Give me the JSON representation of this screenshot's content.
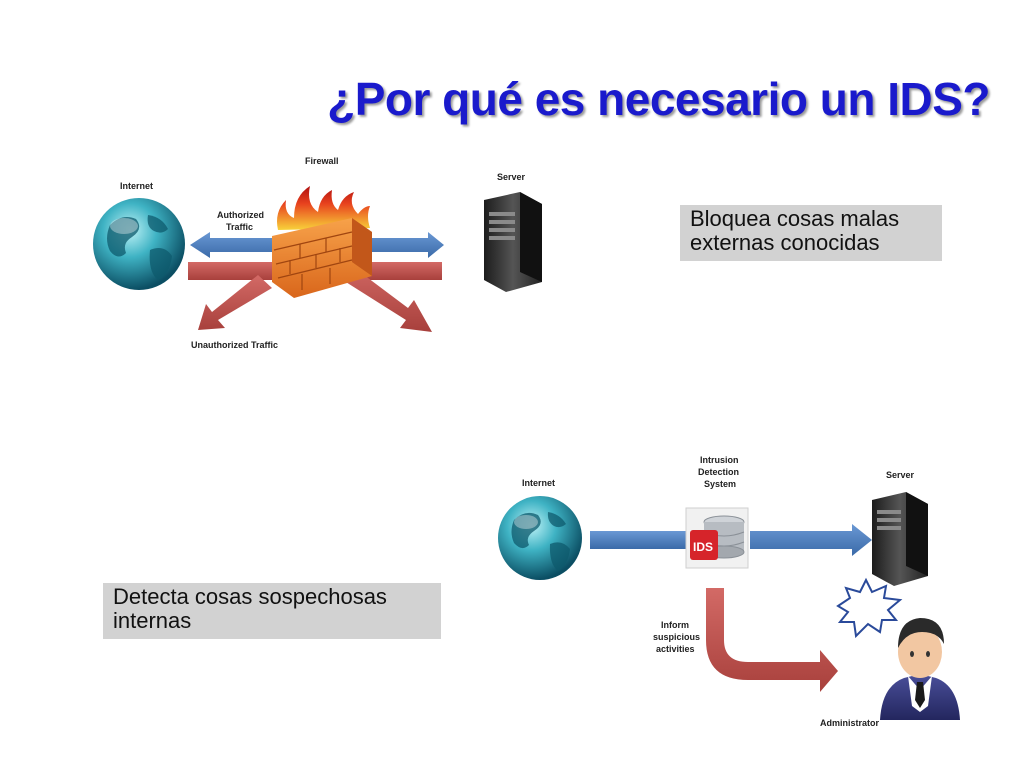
{
  "slide": {
    "title": "¿Por qué es necesario un IDS?"
  },
  "callouts": {
    "top": [
      "Bloquea cosas malas",
      "externas conocidas"
    ],
    "bottom": [
      "Detecta cosas sospechosas",
      "internas"
    ]
  },
  "firewall_diagram": {
    "internet_label": "Internet",
    "firewall_label": "Firewall",
    "server_label": "Server",
    "authorized_label": [
      "Authorized",
      "Traffic"
    ],
    "unauthorized_label": "Unauthorized Traffic"
  },
  "ids_diagram": {
    "internet_label": "Internet",
    "ids_label": [
      "Intrusion",
      "Detection",
      "System"
    ],
    "ids_badge": "IDS",
    "server_label": "Server",
    "inform_label": [
      "Inform",
      "suspicious",
      "activities"
    ],
    "admin_label": "Administrator"
  },
  "colors": {
    "title": "#1a1acc",
    "authorized_arrow": "#4f7fbf",
    "unauthorized_arrow": "#c0504d",
    "callout_bg": "#d2d2d2"
  }
}
